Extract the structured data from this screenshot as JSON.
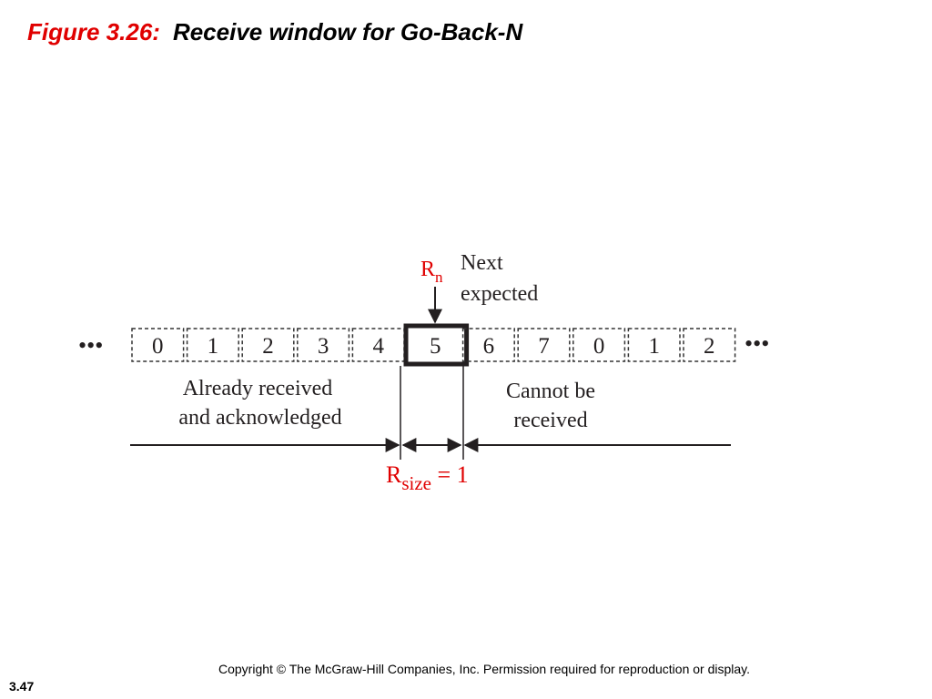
{
  "slide": {
    "title_figure": "Figure 3.26:",
    "title_text": "Receive window for Go-Back-N",
    "copyright": "Copyright © The McGraw-Hill Companies, Inc. Permission required for reproduction or display.",
    "page_number": "3.47"
  },
  "diagram": {
    "ellipsis": "•••",
    "sequence": [
      "0",
      "1",
      "2",
      "3",
      "4",
      "5",
      "6",
      "7",
      "0",
      "1",
      "2"
    ],
    "highlight_index": 5,
    "pointer": {
      "symbol": "R",
      "subscript": "n",
      "label_line1": "Next",
      "label_line2": "expected"
    },
    "left_region": {
      "line1": "Already received",
      "line2": "and acknowledged"
    },
    "right_region": {
      "line1": "Cannot be",
      "line2": "received"
    },
    "window_size": {
      "symbol": "R",
      "subscript": "size",
      "value": " = 1"
    },
    "colors": {
      "accent": "#e00000",
      "ink": "#231f20",
      "dashed": "#333333"
    }
  }
}
